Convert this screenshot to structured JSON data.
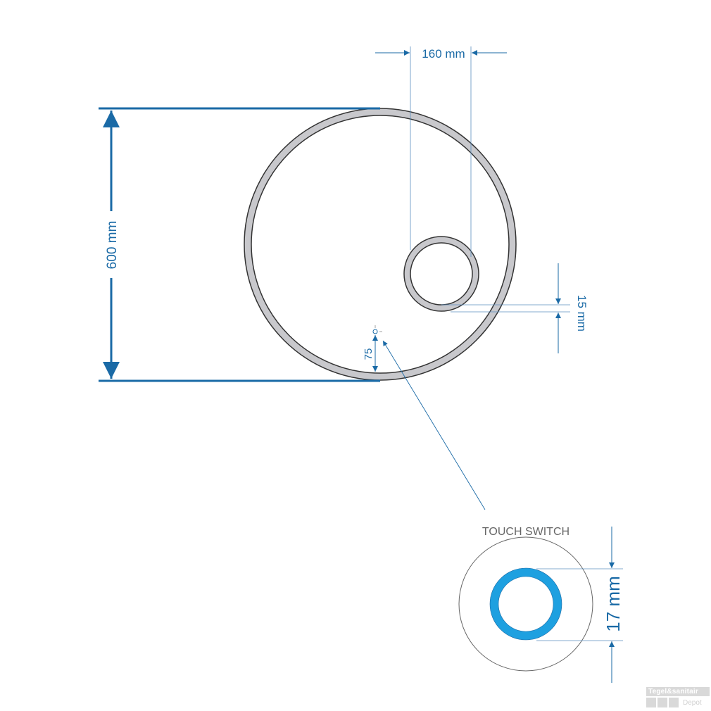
{
  "dimensions": {
    "diameter": "600 mm",
    "magnifier_offset": "160 mm",
    "magnifier_gap": "15 mm",
    "switch_offset": "75",
    "switch_size": "17 mm"
  },
  "detail": {
    "title": "TOUCH SWITCH"
  },
  "colors": {
    "dimension": "#1a6aa6",
    "frame": "#c8c8cc",
    "switch_ring": "#1ea0e0"
  },
  "logo": {
    "line1": "Tegel&sanitair",
    "line2": "Depot"
  }
}
